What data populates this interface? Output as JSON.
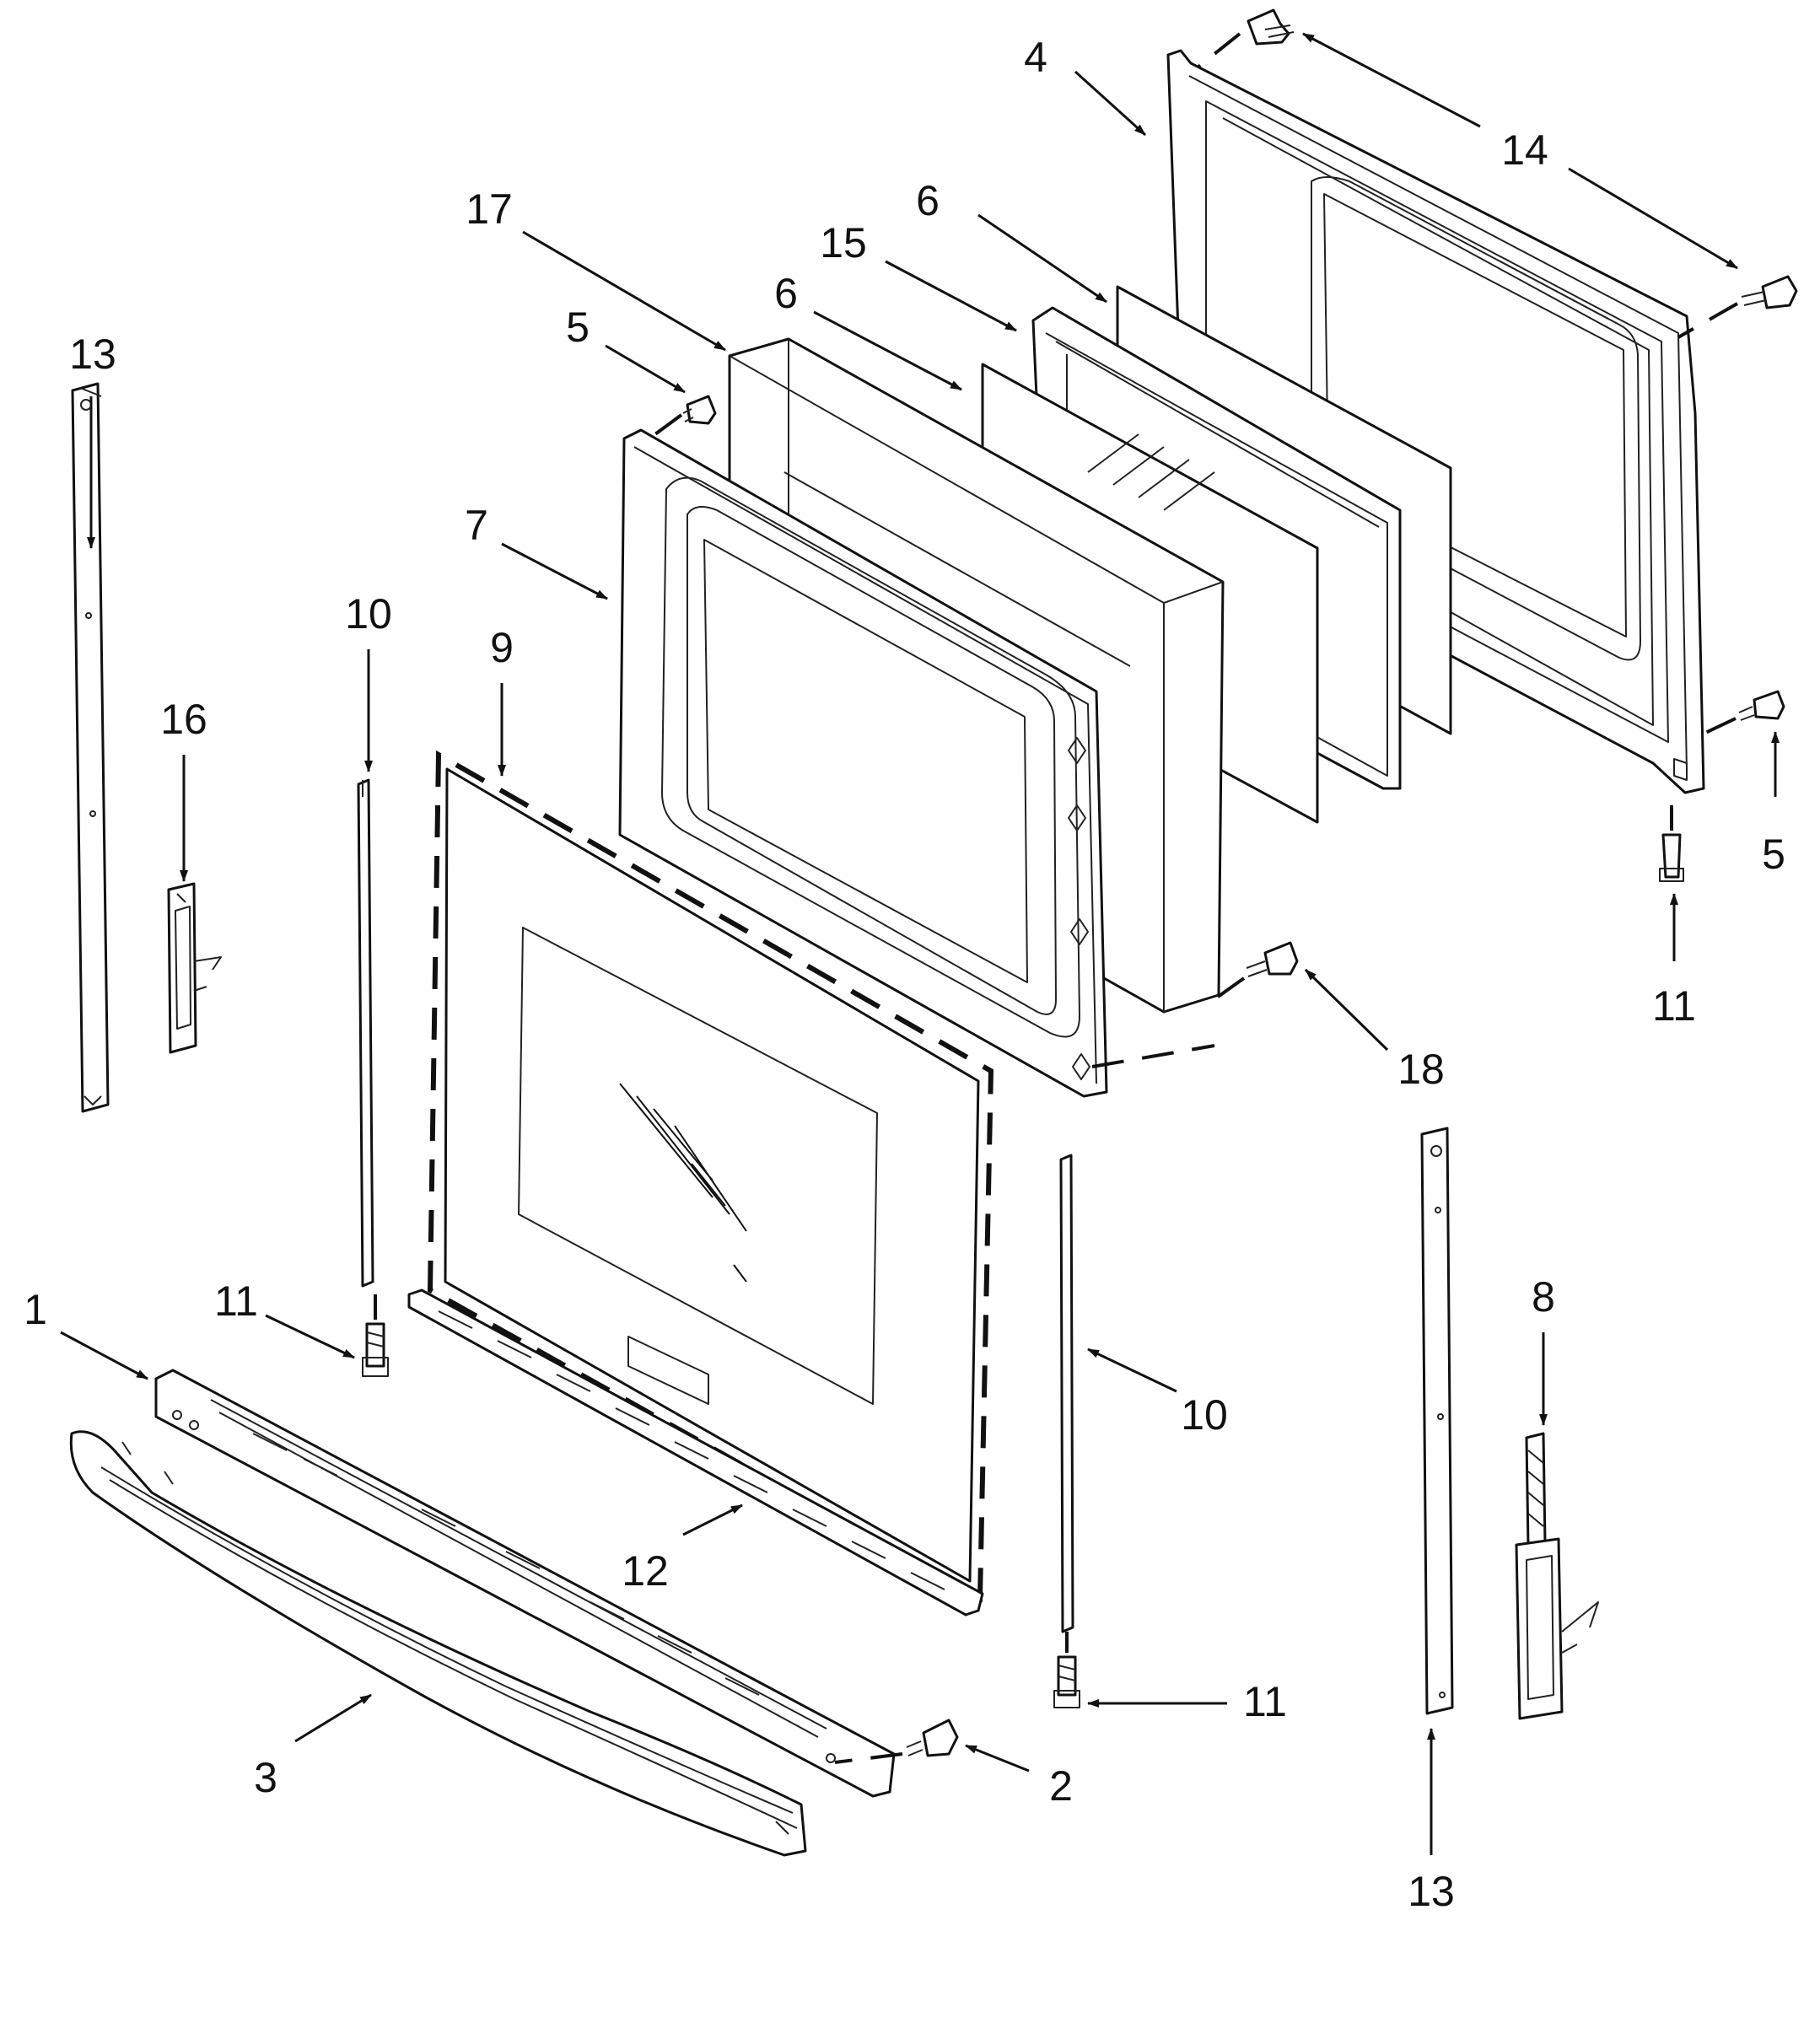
{
  "callouts": [
    {
      "id": "c4",
      "text": "4"
    },
    {
      "id": "c14",
      "text": "14"
    },
    {
      "id": "c6a",
      "text": "6"
    },
    {
      "id": "c15",
      "text": "15"
    },
    {
      "id": "c6b",
      "text": "6"
    },
    {
      "id": "c17",
      "text": "17"
    },
    {
      "id": "c5a",
      "text": "5"
    },
    {
      "id": "c13a",
      "text": "13"
    },
    {
      "id": "c7",
      "text": "7"
    },
    {
      "id": "c10a",
      "text": "10"
    },
    {
      "id": "c9",
      "text": "9"
    },
    {
      "id": "c16",
      "text": "16"
    },
    {
      "id": "c5b",
      "text": "5"
    },
    {
      "id": "c11a",
      "text": "11"
    },
    {
      "id": "c18",
      "text": "18"
    },
    {
      "id": "c8",
      "text": "8"
    },
    {
      "id": "c11b",
      "text": "11"
    },
    {
      "id": "c1",
      "text": "1"
    },
    {
      "id": "c10b",
      "text": "10"
    },
    {
      "id": "c12",
      "text": "12"
    },
    {
      "id": "c11c",
      "text": "11"
    },
    {
      "id": "c3",
      "text": "3"
    },
    {
      "id": "c2",
      "text": "2"
    },
    {
      "id": "c13b",
      "text": "13"
    }
  ],
  "colors": {
    "line": "#111111",
    "background": "#ffffff"
  }
}
